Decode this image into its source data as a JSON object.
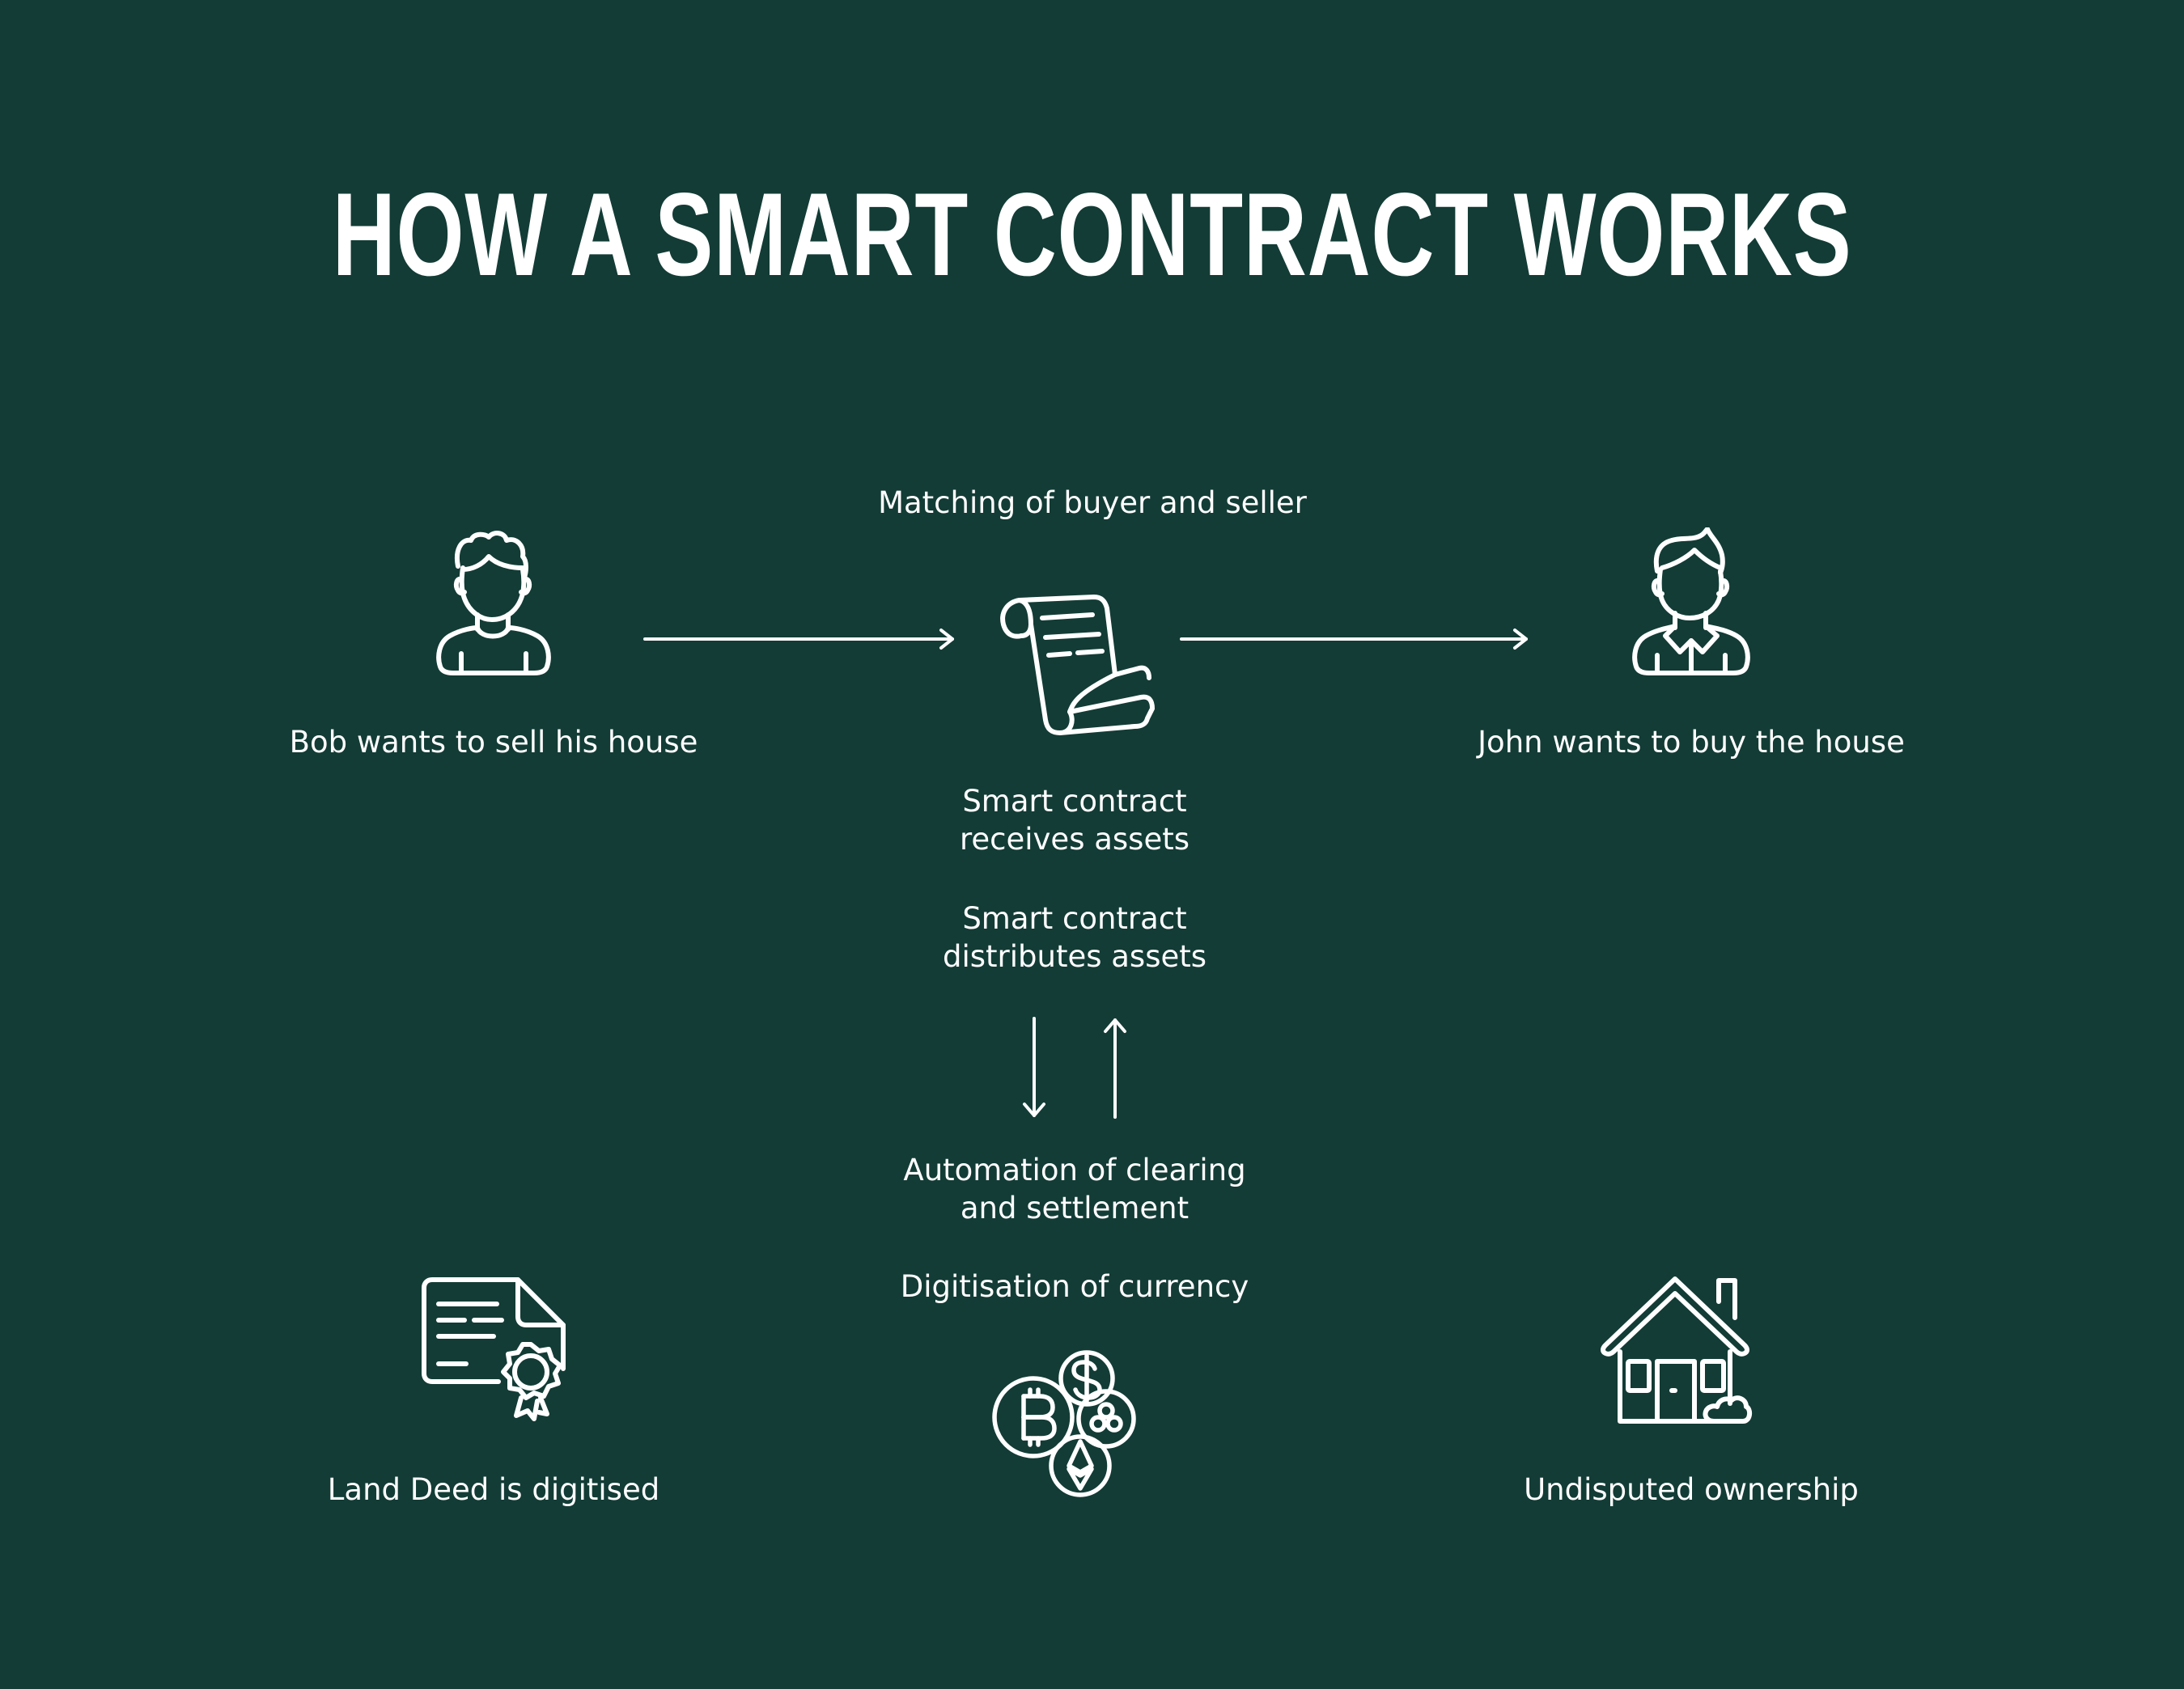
{
  "title": "HOW A SMART CONTRACT WORKS",
  "colors": {
    "background": "#133c36",
    "foreground": "#ffffff"
  },
  "steps": {
    "matching": "Matching of buyer and seller",
    "seller": "Bob wants to sell his house",
    "buyer": "John wants to buy the house",
    "receives": [
      "Smart contract",
      "receives assets"
    ],
    "distributes": [
      "Smart contract",
      "distributes assets"
    ],
    "automation": [
      "Automation of clearing",
      "and settlement"
    ],
    "digitisation": "Digitisation of currency",
    "deed": "Land Deed is digitised",
    "ownership": "Undisputed ownership"
  },
  "icons": {
    "seller": "person-icon",
    "contract": "scroll-contract-icon",
    "buyer": "person-with-collar-icon",
    "deed": "certificate-icon",
    "currency": "cryptocurrency-coins-icon",
    "house": "house-icon"
  }
}
